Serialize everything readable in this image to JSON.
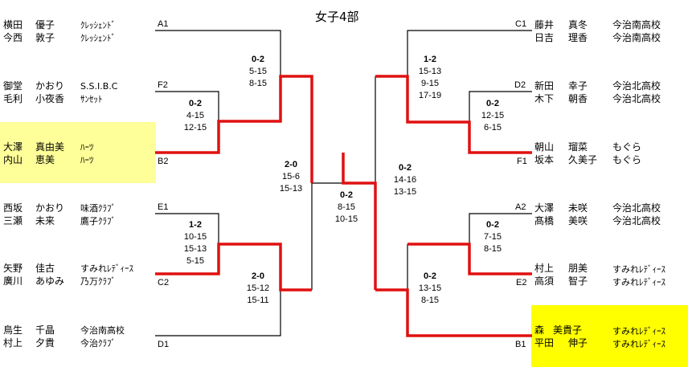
{
  "title": "女子4部",
  "colors": {
    "winner_line": "#e01010",
    "line": "#000000",
    "highlight_left": "#ffff99",
    "highlight_right": "#ffff00"
  },
  "left": [
    {
      "slot": "A1",
      "players": [
        {
          "family": "横田",
          "given": "優子",
          "club": "ｸﾚｯｼｪﾝﾄﾞ"
        },
        {
          "family": "今西",
          "given": "敦子",
          "club": "ｸﾚｯｼｪﾝﾄﾞ"
        }
      ]
    },
    {
      "slot": "F2",
      "players": [
        {
          "family": "御堂",
          "given": "かおり",
          "club": "S.S.I.B.C"
        },
        {
          "family": "毛利",
          "given": "小夜香",
          "club": "ｻﾝｾｯﾄ"
        }
      ]
    },
    {
      "slot": "B2",
      "players": [
        {
          "family": "大澤",
          "given": "真由美",
          "club": "ﾊｰﾂ"
        },
        {
          "family": "内山",
          "given": "恵美",
          "club": "ﾊｰﾂ"
        }
      ]
    },
    {
      "slot": "E1",
      "players": [
        {
          "family": "西坂",
          "given": "かおり",
          "club": "味酒ｸﾗﾌﾞ"
        },
        {
          "family": "三瀬",
          "given": "未来",
          "club": "鷹子ｸﾗﾌﾞ"
        }
      ]
    },
    {
      "slot": "C2",
      "players": [
        {
          "family": "矢野",
          "given": "佳古",
          "club": "すみれﾚﾃﾞｨｰｽ"
        },
        {
          "family": "廣川",
          "given": "あゆみ",
          "club": "乃万ｸﾗﾌﾞ"
        }
      ]
    },
    {
      "slot": "D1",
      "players": [
        {
          "family": "鳥生",
          "given": "千晶",
          "club": "今治南高校"
        },
        {
          "family": "村上",
          "given": "夕貴",
          "club": "今治ｸﾗﾌﾞ"
        }
      ]
    }
  ],
  "right": [
    {
      "slot": "C1",
      "players": [
        {
          "family": "藤井",
          "given": "真冬",
          "club": "今治南高校"
        },
        {
          "family": "日吉",
          "given": "理香",
          "club": "今治南高校"
        }
      ]
    },
    {
      "slot": "D2",
      "players": [
        {
          "family": "新田",
          "given": "幸子",
          "club": "今治北高校"
        },
        {
          "family": "木下",
          "given": "朝香",
          "club": "今治北高校"
        }
      ]
    },
    {
      "slot": "F1",
      "players": [
        {
          "family": "朝山",
          "given": "瑠菜",
          "club": "もぐら"
        },
        {
          "family": "坂本",
          "given": "久美子",
          "club": "もぐら"
        }
      ]
    },
    {
      "slot": "A2",
      "players": [
        {
          "family": "大澤",
          "given": "未咲",
          "club": "今治北高校"
        },
        {
          "family": "髙橋",
          "given": "美咲",
          "club": "今治北高校"
        }
      ]
    },
    {
      "slot": "E2",
      "players": [
        {
          "family": "村上",
          "given": "朋美",
          "club": "すみれﾚﾃﾞｨｰｽ"
        },
        {
          "family": "高須",
          "given": "智子",
          "club": "すみれﾚﾃﾞｨｰｽ"
        }
      ]
    },
    {
      "slot": "B1",
      "players": [
        {
          "family": "森",
          "given": "美貴子",
          "club": "すみれﾚﾃﾞｨｰｽ"
        },
        {
          "family": "平田",
          "given": "伸子",
          "club": "すみれﾚﾃﾞｨｰｽ"
        }
      ]
    }
  ],
  "matches": {
    "l_f2_b2": {
      "result": "0-2",
      "games": [
        "4-15",
        "12-15"
      ]
    },
    "l_a1_q": {
      "result": "0-2",
      "games": [
        "5-15",
        "8-15"
      ]
    },
    "l_e1_c2": {
      "result": "1-2",
      "games": [
        "10-15",
        "15-13",
        "5-15"
      ]
    },
    "l_q_d1": {
      "result": "2-0",
      "games": [
        "15-12",
        "15-11"
      ]
    },
    "l_semi": {
      "result": "2-0",
      "games": [
        "15-6",
        "15-13"
      ]
    },
    "final": {
      "result": "0-2",
      "games": [
        "8-15",
        "10-15"
      ]
    },
    "r_semi": {
      "result": "0-2",
      "games": [
        "14-16",
        "13-15"
      ]
    },
    "r_c1_q": {
      "result": "1-2",
      "games": [
        "15-13",
        "9-15",
        "17-19"
      ]
    },
    "r_d2_f1": {
      "result": "0-2",
      "games": [
        "12-15",
        "6-15"
      ]
    },
    "r_a2_e2": {
      "result": "0-2",
      "games": [
        "7-15",
        "8-15"
      ]
    },
    "r_q_b1": {
      "result": "0-2",
      "games": [
        "13-15",
        "8-15"
      ]
    }
  }
}
